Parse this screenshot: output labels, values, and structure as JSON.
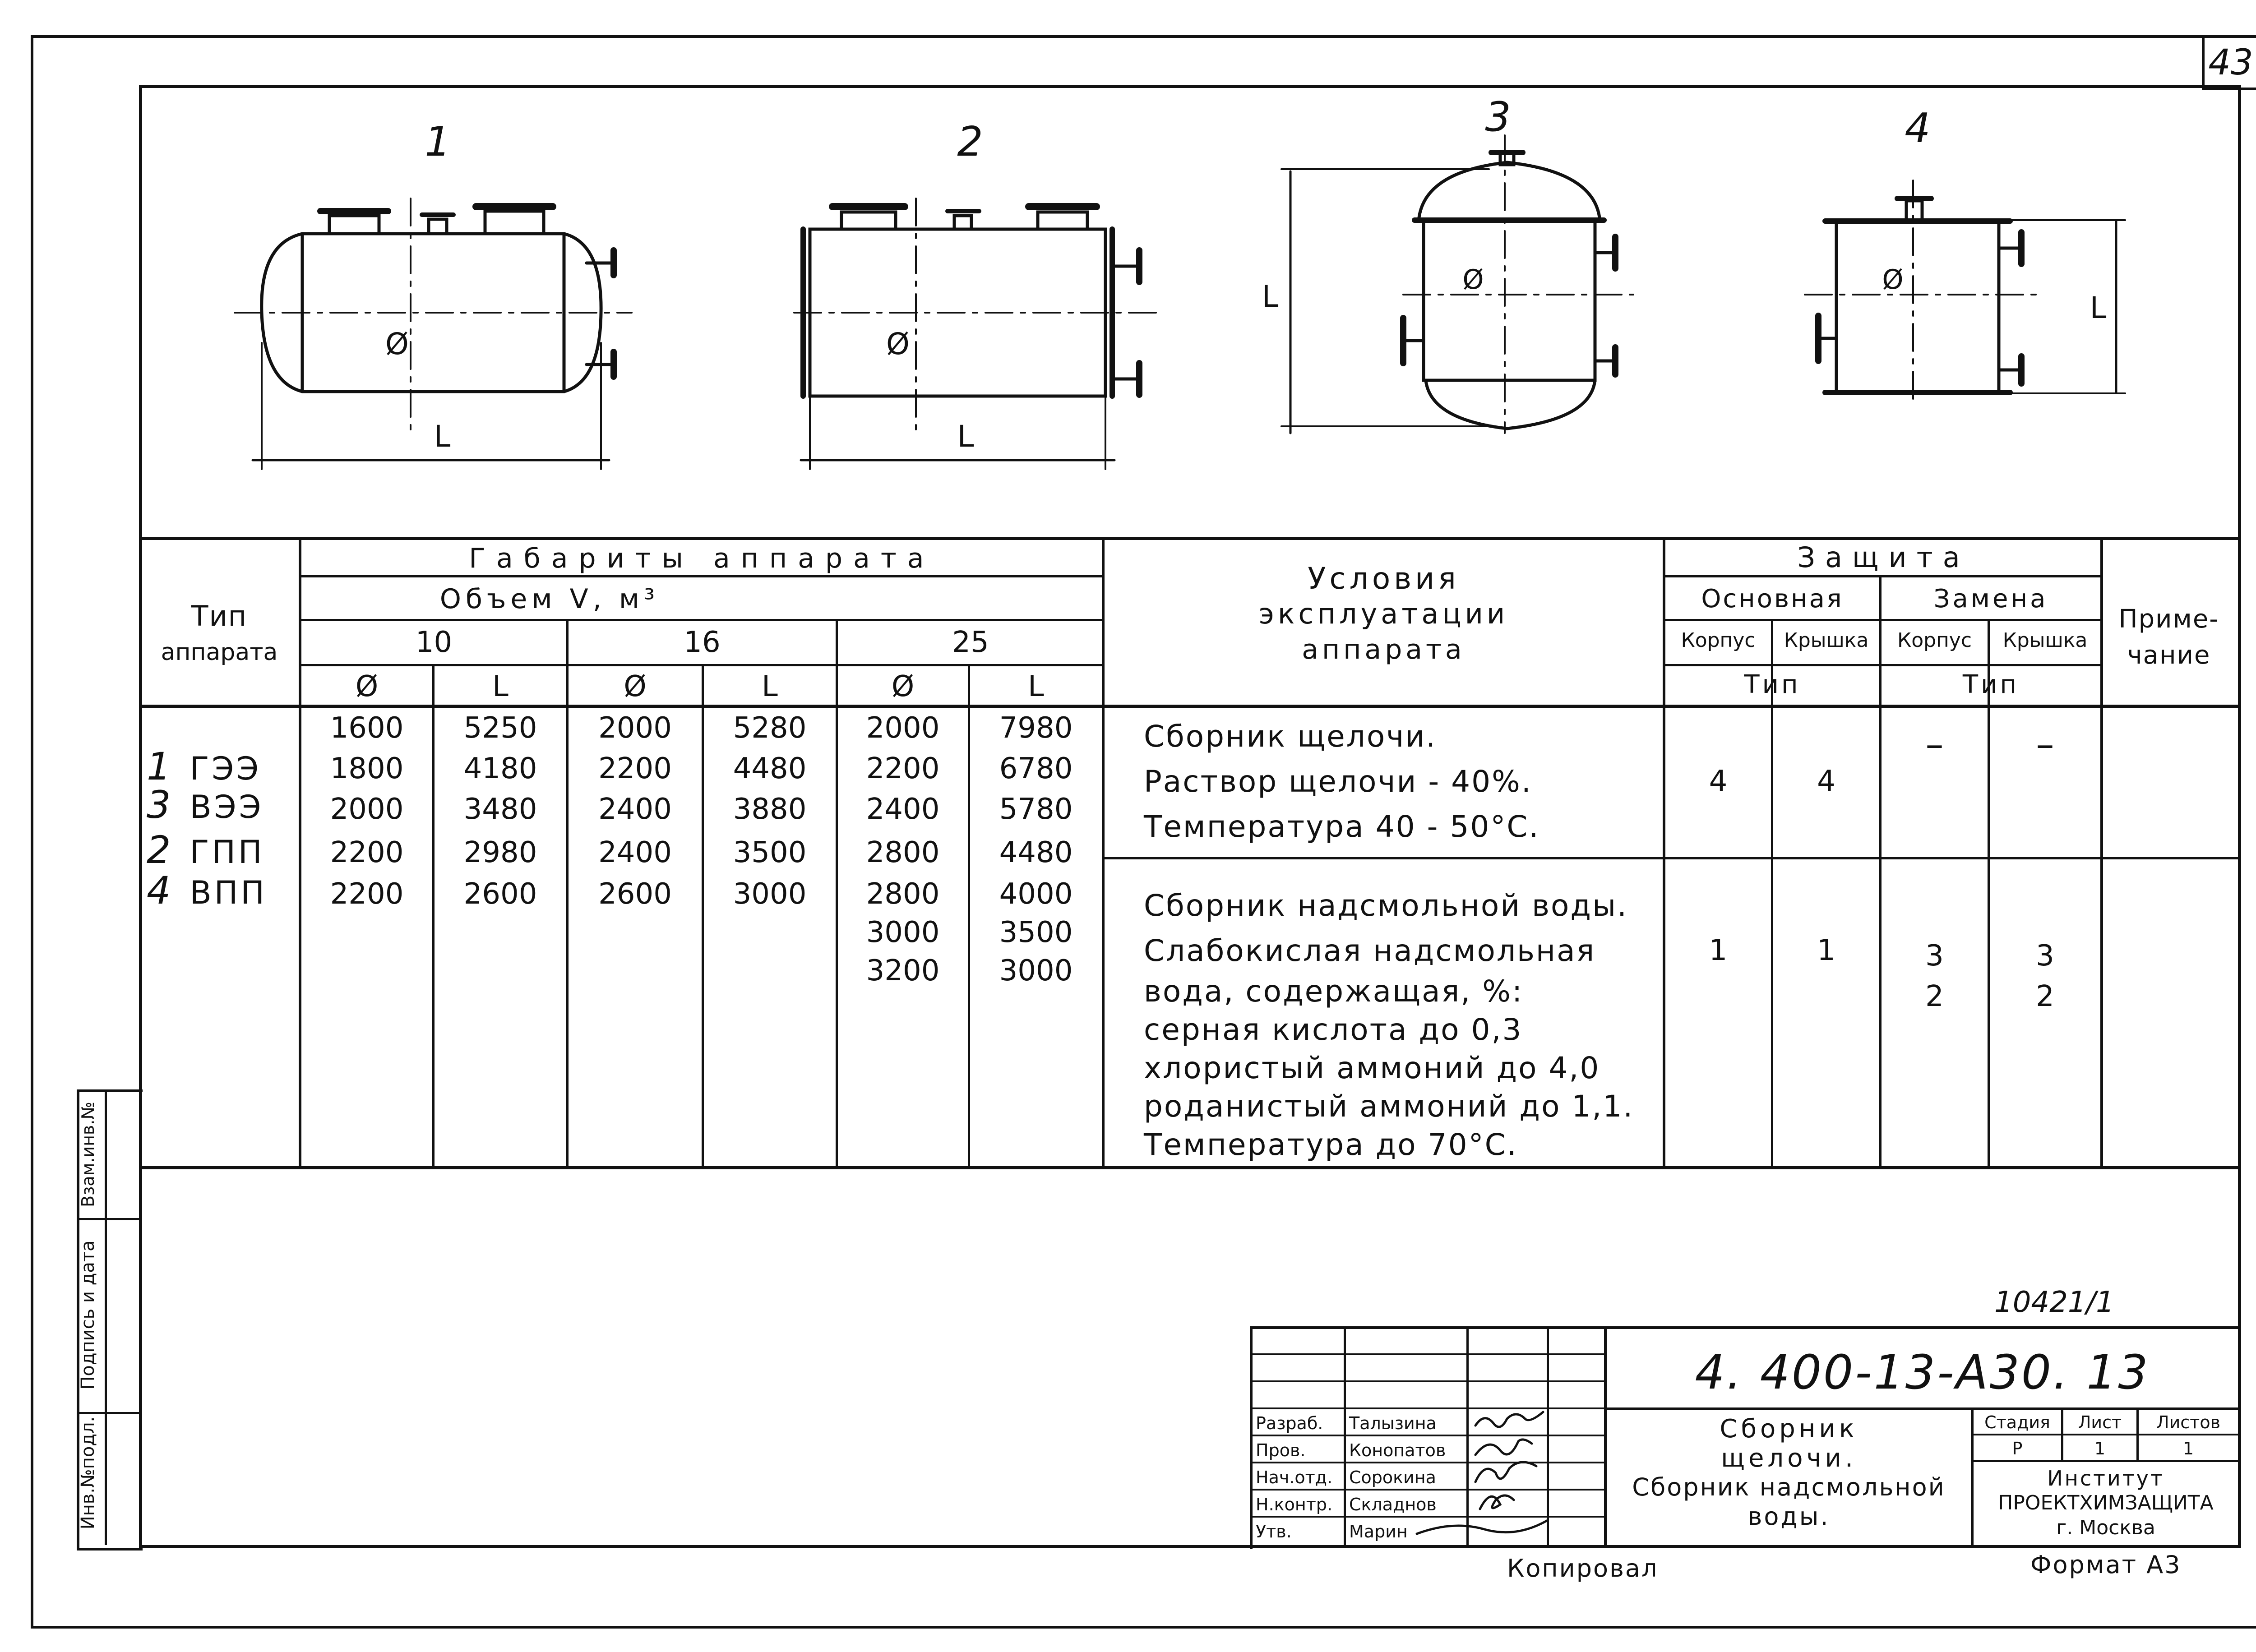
{
  "sheet": {
    "page_number": "43",
    "stamp_number": "10421/1",
    "format_label": "Формат А3",
    "copied_label": "Копировал"
  },
  "figures": [
    {
      "label": "1",
      "dims": [
        "L",
        "Ø"
      ]
    },
    {
      "label": "2",
      "dims": [
        "L",
        "Ø"
      ]
    },
    {
      "label": "3",
      "dims": [
        "L",
        "Ø"
      ]
    },
    {
      "label": "4",
      "dims": [
        "L",
        "Ø"
      ]
    }
  ],
  "table": {
    "type_header": [
      "Тип",
      "аппарата"
    ],
    "gabarity_header": "Габариты аппарата",
    "volume_header": "Объем V, м³",
    "volumes": [
      "10",
      "16",
      "25"
    ],
    "sub_cols": [
      "Ø",
      "L",
      "Ø",
      "L",
      "Ø",
      "L"
    ],
    "conditions_header": [
      "Условия",
      "эксплуатации",
      "аппарата"
    ],
    "protection_header": "Защита",
    "protection_main": "Основная",
    "protection_replace": "Замена",
    "protection_cols": [
      "Корпус",
      "Крышка",
      "Корпус",
      "Крышка"
    ],
    "tip_label": "Тип",
    "note_header": [
      "Приме-",
      "чание"
    ],
    "types": [
      {
        "num": "1",
        "code": "ГЭЭ"
      },
      {
        "num": "3",
        "code": "ВЭЭ"
      },
      {
        "num": "2",
        "code": "ГПП"
      },
      {
        "num": "4",
        "code": "ВПП"
      }
    ],
    "dims_rows": [
      [
        "1600",
        "5250",
        "2000",
        "5280",
        "2000",
        "7980"
      ],
      [
        "1800",
        "4180",
        "2200",
        "4480",
        "2200",
        "6780"
      ],
      [
        "2000",
        "3480",
        "2400",
        "3880",
        "2400",
        "5780"
      ],
      [
        "2200",
        "2980",
        "2400",
        "3500",
        "2800",
        "4480"
      ],
      [
        "2200",
        "2600",
        "2600",
        "3000",
        "2800",
        "4000"
      ],
      [
        "",
        "",
        "",
        "",
        "3000",
        "3500"
      ],
      [
        "",
        "",
        "",
        "",
        "3200",
        "3000"
      ]
    ],
    "conditions": [
      {
        "lines": [
          "Сборник щелочи.",
          "Раствор щелочи - 40%.",
          "Температура 40 - 50°С."
        ],
        "main_body": "4",
        "main_lid": "4",
        "repl_body": "–",
        "repl_lid": "–"
      },
      {
        "lines": [
          "Сборник надсмольной воды.",
          "Слабокислая надсмольная",
          "вода, содержащая, %:",
          "серная кислота до 0,3",
          "хлористый аммоний до 4,0",
          "роданистый аммоний до 1,1.",
          "Температура до 70°С."
        ],
        "main_body": "1",
        "main_lid": "1",
        "repl_body": "3\n2",
        "repl_lid": "3\n2"
      }
    ]
  },
  "side_stamp": [
    "Инв.№подл.",
    "Подпись и дата",
    "Взам.инв.№"
  ],
  "title_block": {
    "code": "4. 400-13-А30. 13",
    "title_lines": [
      "Сборник",
      "щелочи.",
      "Сборник надсмольной",
      "воды."
    ],
    "roles": [
      "Разраб.",
      "Пров.",
      "Нач.отд.",
      "Н.контр.",
      "Утв."
    ],
    "names": [
      "Талызина",
      "Конопатов",
      "Сорокина",
      "Складнов",
      "Марин"
    ],
    "stage_label": "Стадия",
    "sheet_label": "Лист",
    "sheets_label": "Листов",
    "stage": "Р",
    "sheet": "1",
    "sheets": "1",
    "org_lines": [
      "Институт",
      "ПРОЕКТХИМЗАЩИТА",
      "г. Москва"
    ]
  }
}
